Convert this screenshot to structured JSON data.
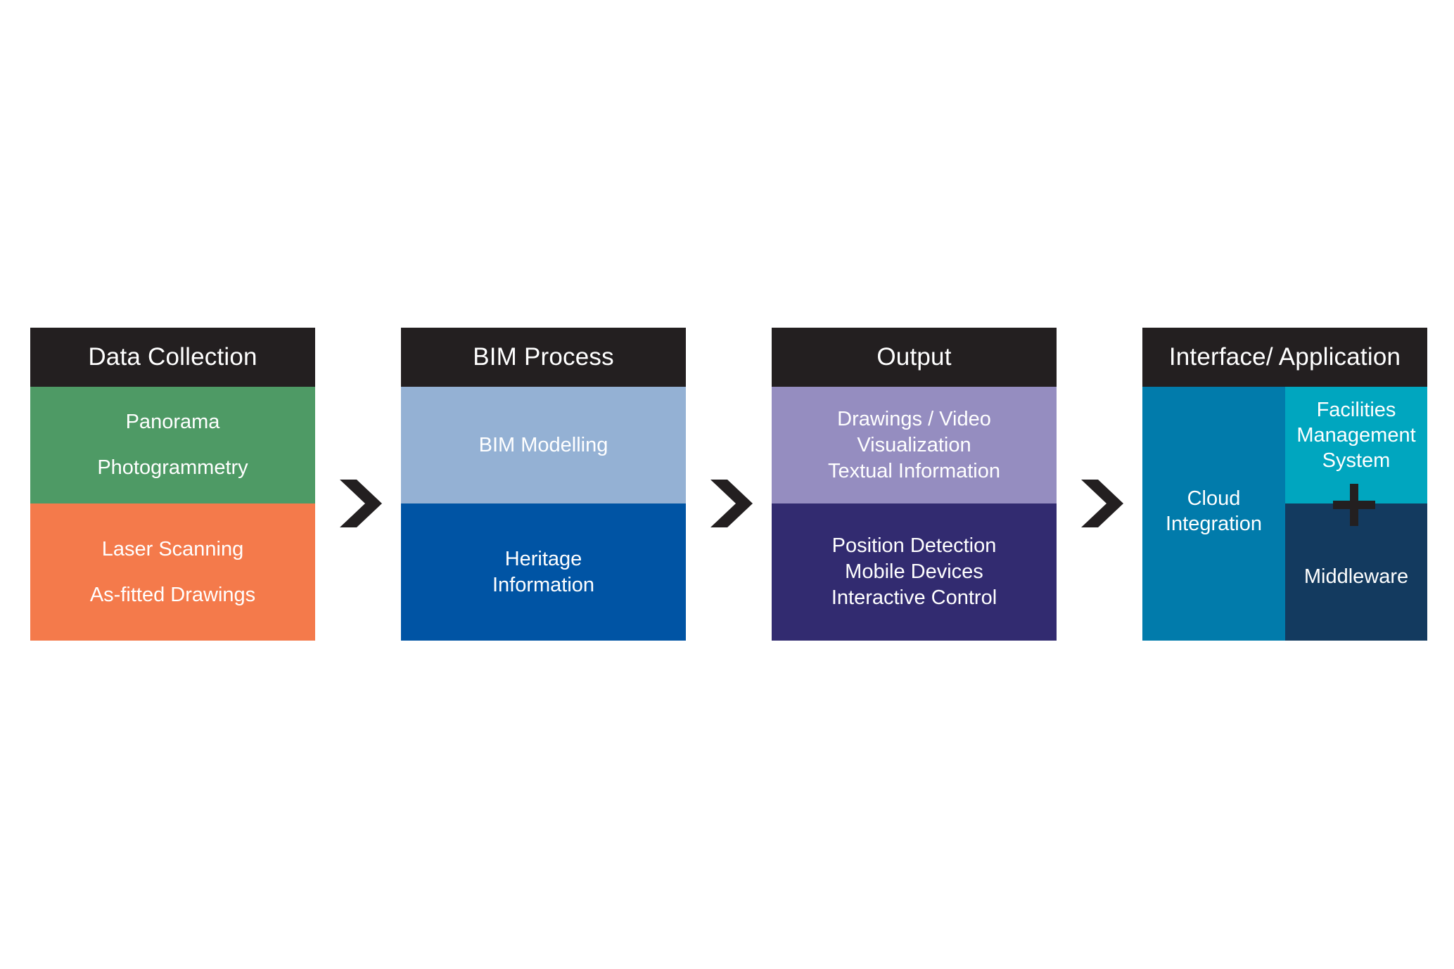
{
  "columns": [
    {
      "header": "Data Collection",
      "top": {
        "lines": [
          "Panorama",
          "Photogrammetry"
        ],
        "color": "#4e9a65"
      },
      "bottom": {
        "lines": [
          "Laser Scanning",
          "As-fitted Drawings"
        ],
        "color": "#f47a4b"
      }
    },
    {
      "header": "BIM Process",
      "top": {
        "lines": [
          "BIM Modelling"
        ],
        "color": "#94b1d4"
      },
      "bottom": {
        "lines": [
          "Heritage",
          "Information"
        ],
        "color": "#0054a4"
      }
    },
    {
      "header": "Output",
      "top": {
        "lines": [
          "Drawings / Video",
          "Visualization",
          "Textual Information"
        ],
        "color": "#958dc0"
      },
      "bottom": {
        "lines": [
          "Position Detection",
          "Mobile Devices",
          "Interactive Control"
        ],
        "color": "#322b70"
      }
    },
    {
      "header": "Interface/ Application",
      "left": {
        "lines": [
          "Cloud",
          "Integration"
        ],
        "color": "#017bab"
      },
      "top_right": {
        "lines": [
          "Facilities",
          "Management",
          "System"
        ],
        "color": "#00a6bf"
      },
      "bottom_right": {
        "lines": [
          "Middleware"
        ],
        "color": "#133a5f"
      }
    }
  ],
  "colors": {
    "header_bg": "#231f20",
    "arrow": "#231f20",
    "plus": "#231f20",
    "text": "#ffffff"
  },
  "icons": {
    "connector": "chevron-right-icon",
    "combine": "plus-icon"
  }
}
